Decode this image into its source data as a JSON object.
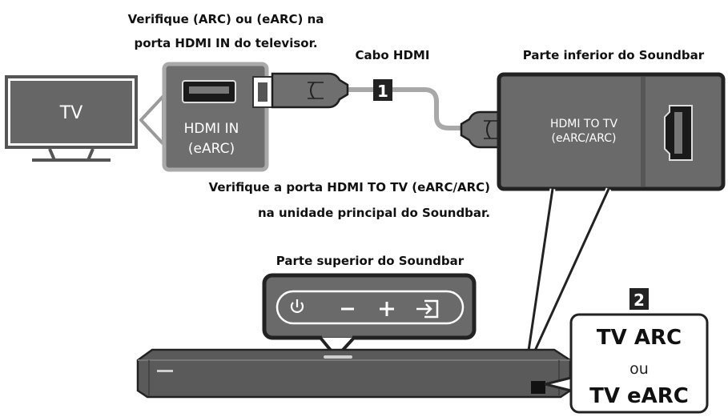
{
  "captions": {
    "tv_check": [
      "Verifique (ARC) ou (eARC) na",
      "porta HDMI IN do televisor."
    ],
    "cable": "Cabo HDMI",
    "soundbar_bottom": "Parte inferior do Soundbar",
    "soundbar_port_check": [
      "Verifique a porta HDMI TO TV (eARC/ARC)",
      "na unidade principal do Soundbar."
    ],
    "soundbar_top": "Parte superior do Soundbar"
  },
  "tv": {
    "label": "TV"
  },
  "tv_port": {
    "line1": "HDMI IN",
    "line2": "(eARC)"
  },
  "soundbar_port": {
    "line1": "HDMI TO TV",
    "line2": "(eARC/ARC)"
  },
  "steps": {
    "step1": "1",
    "step2": "2"
  },
  "modes": {
    "first": "TV ARC",
    "or": "ou",
    "second": "TV eARC"
  },
  "buttons": [
    {
      "name": "power-icon",
      "glyph": "⏻"
    },
    {
      "name": "volume-down-icon",
      "glyph": "−"
    },
    {
      "name": "volume-up-icon",
      "glyph": "+"
    },
    {
      "name": "source-icon",
      "glyph": "→"
    }
  ]
}
